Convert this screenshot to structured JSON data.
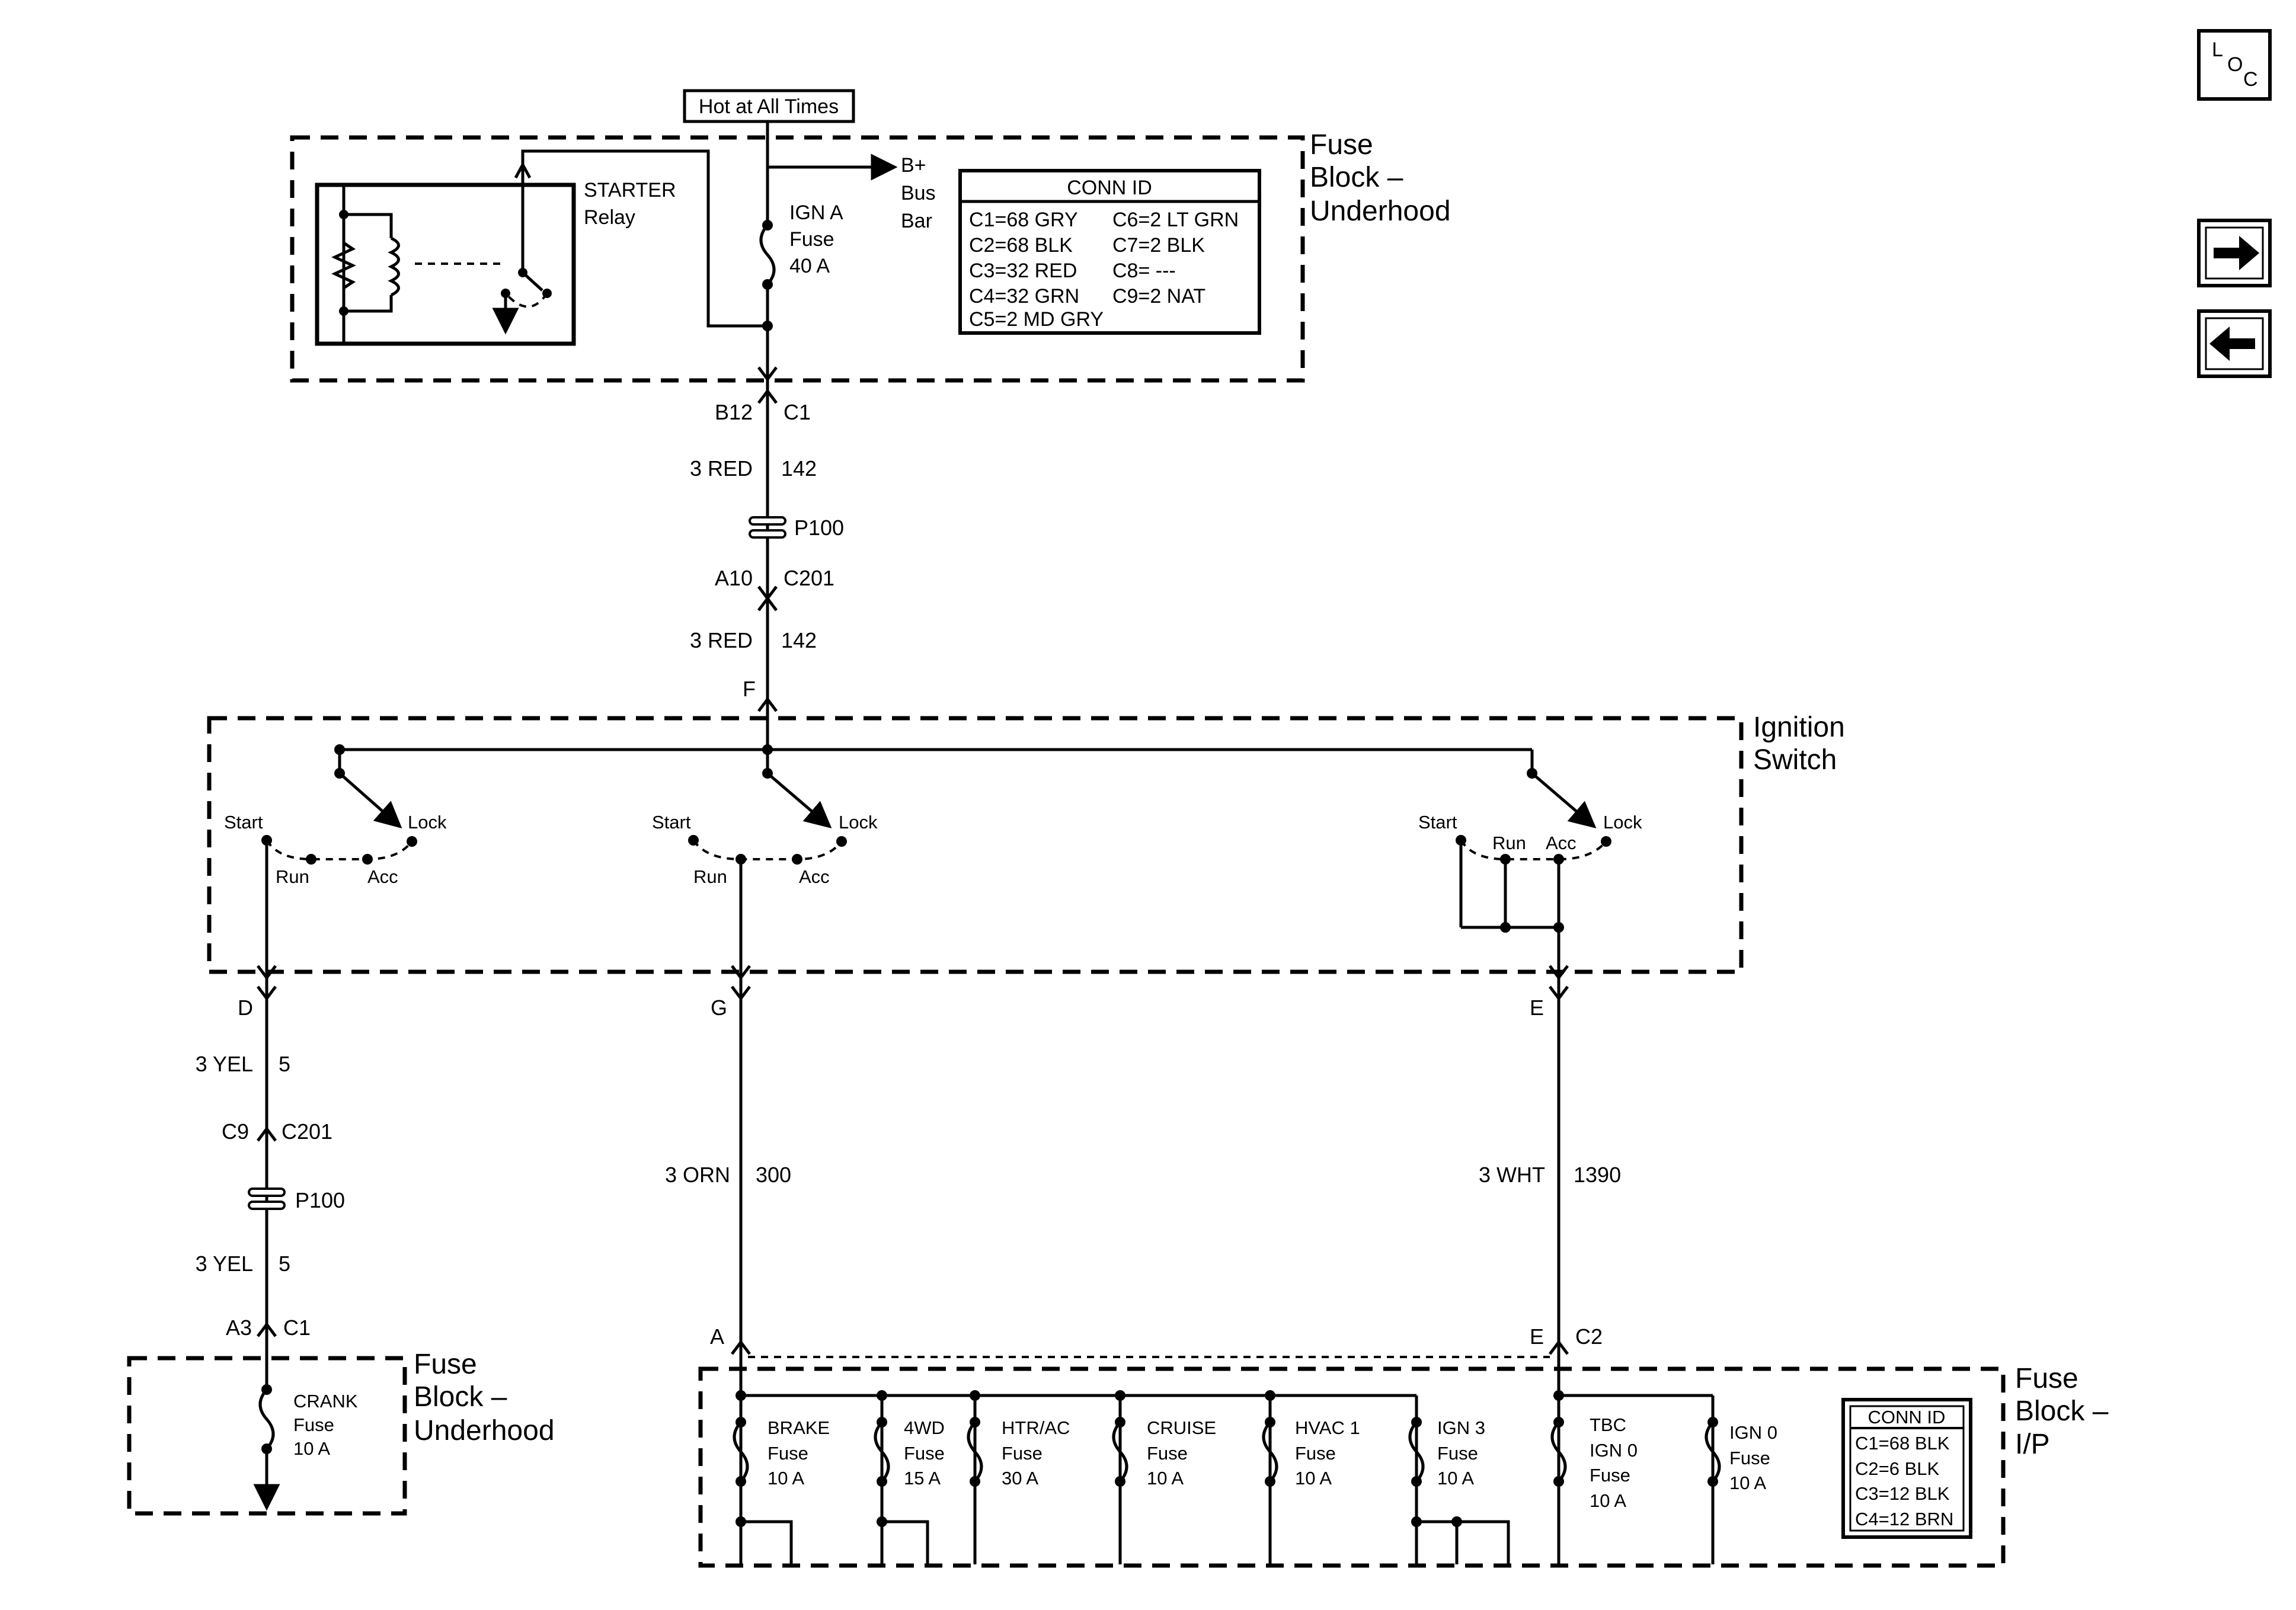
{
  "hot_label": "Hot at All Times",
  "fuse_block_underhood": {
    "title": [
      "Fuse",
      "Block –",
      "Underhood"
    ],
    "bus": [
      "B+",
      "Bus",
      "Bar"
    ],
    "ign_a": [
      "IGN A",
      "Fuse",
      "40 A"
    ],
    "relay": [
      "STARTER",
      "Relay"
    ],
    "conn_title": "CONN ID",
    "conn_left": [
      "C1=68 GRY",
      "C2=68 BLK",
      "C3=32 RED",
      "C4=32 GRN",
      "C5=2 MD GRY"
    ],
    "conn_right": [
      "C6=2 LT GRN",
      "C7=2 BLK",
      "C8= ---",
      "C9=2 NAT"
    ]
  },
  "upper_path": {
    "b12": "B12",
    "c1": "C1",
    "wire1_color": "3 RED",
    "wire1_circuit": "142",
    "p100": "P100",
    "a10": "A10",
    "c201": "C201",
    "wire2_color": "3 RED",
    "wire2_circuit": "142",
    "f": "F"
  },
  "ignition_switch": {
    "title": [
      "Ignition",
      "Switch"
    ],
    "positions": {
      "start": "Start",
      "lock": "Lock",
      "run": "Run",
      "acc": "Acc"
    }
  },
  "left_path": {
    "d": "D",
    "wire1_color": "3 YEL",
    "wire1_circuit": "5",
    "c9": "C9",
    "c201": "C201",
    "p100": "P100",
    "wire2_color": "3 YEL",
    "wire2_circuit": "5",
    "a3": "A3",
    "c1": "C1"
  },
  "middle_path": {
    "g": "G",
    "wire_color": "3 ORN",
    "wire_circuit": "300",
    "a": "A"
  },
  "right_path": {
    "e_top": "E",
    "wire_color": "3 WHT",
    "wire_circuit": "1390",
    "e_bottom": "E",
    "c2": "C2"
  },
  "crank_block": {
    "title": [
      "Fuse",
      "Block –",
      "Underhood"
    ],
    "fuse": [
      "CRANK",
      "Fuse",
      "10 A"
    ]
  },
  "ip_block": {
    "title": [
      "Fuse",
      "Block –",
      "I/P"
    ],
    "fuses": [
      [
        "BRAKE",
        "Fuse",
        "10 A"
      ],
      [
        "4WD",
        "Fuse",
        "15 A"
      ],
      [
        "HTR/AC",
        "Fuse",
        "30 A"
      ],
      [
        "CRUISE",
        "Fuse",
        "10 A"
      ],
      [
        "HVAC 1",
        "Fuse",
        "10 A"
      ],
      [
        "IGN 3",
        "Fuse",
        "10 A"
      ],
      [
        "TBC",
        "IGN 0",
        "Fuse",
        "10 A"
      ],
      [
        "IGN 0",
        "Fuse",
        "10 A"
      ]
    ],
    "conn_title": "CONN ID",
    "conn": [
      "C1=68 BLK",
      "C2=6 BLK",
      "C3=12 BLK",
      "C4=12 BRN"
    ]
  },
  "nav": {
    "loc_l": "L",
    "loc_o": "O",
    "loc_c": "C"
  }
}
